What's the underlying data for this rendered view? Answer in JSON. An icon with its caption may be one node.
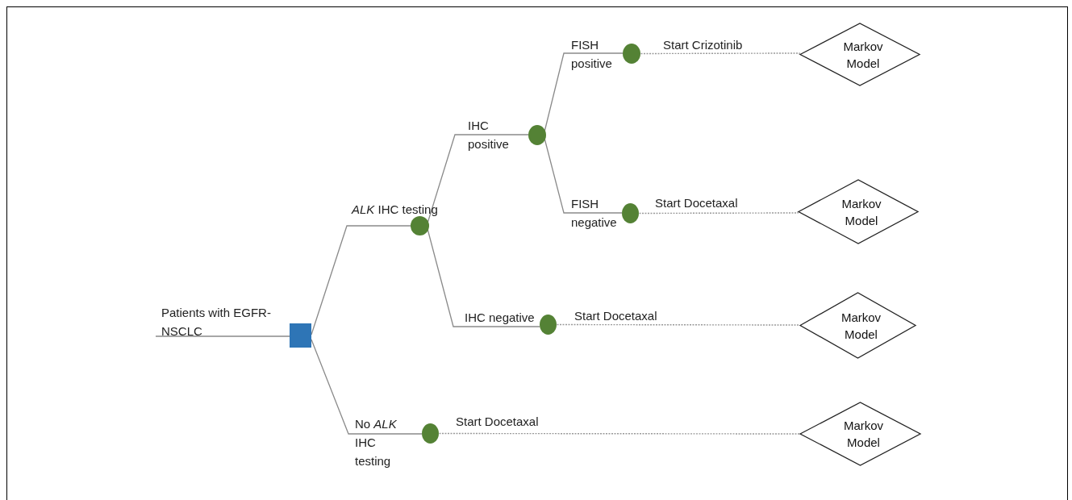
{
  "diagram": {
    "nodes": [
      {
        "text": [],
        "shape": "box"
      },
      {
        "text": [],
        "shape": "circle"
      },
      {
        "text": [],
        "shape": "circle"
      },
      {
        "text": [],
        "shape": "circle"
      },
      {
        "text": [],
        "shape": "circle"
      },
      {
        "text": [],
        "shape": "circle"
      },
      {
        "text": [],
        "shape": "circle"
      },
      {
        "text": [
          "Markov Model"
        ]
      },
      {
        "text": [
          "Markov Model"
        ]
      },
      {
        "text": [
          "Markov Model"
        ]
      },
      {
        "text": [
          "Markov Model"
        ]
      }
    ],
    "edges": [
      {
        "from": null,
        "to": 0,
        "arrow": "none",
        "label": "Patients with EGFR-NSCLC"
      },
      {
        "from": 0,
        "to": 1,
        "arrow": "none",
        "label": "*ALK* IHC testing"
      },
      {
        "from": 1,
        "to": 2,
        "arrow": "none",
        "label": "IHC positive"
      },
      {
        "from": 2,
        "to": 3,
        "arrow": "none",
        "label": "FISH positive"
      },
      {
        "from": 2,
        "to": 4,
        "arrow": "none",
        "label": "FISH negative"
      },
      {
        "from": 1,
        "to": 5,
        "arrow": "none",
        "label": "IHC negative"
      },
      {
        "from": 0,
        "to": 6,
        "arrow": "none",
        "label": "No *ALK* IHC testing"
      },
      {
        "from": 3,
        "to": 7,
        "arrow": "none",
        "label": "Start Crizotinib",
        "style": "dashed"
      },
      {
        "from": 4,
        "to": 8,
        "arrow": "none",
        "label": "Start Docetaxal",
        "style": "dashed"
      },
      {
        "from": 5,
        "to": 9,
        "arrow": "none",
        "label": "Start Docetaxal",
        "style": "dashed"
      },
      {
        "from": 6,
        "to": 10,
        "arrow": "none",
        "label": "Start Docetaxal",
        "style": "dashed"
      }
    ]
  }
}
